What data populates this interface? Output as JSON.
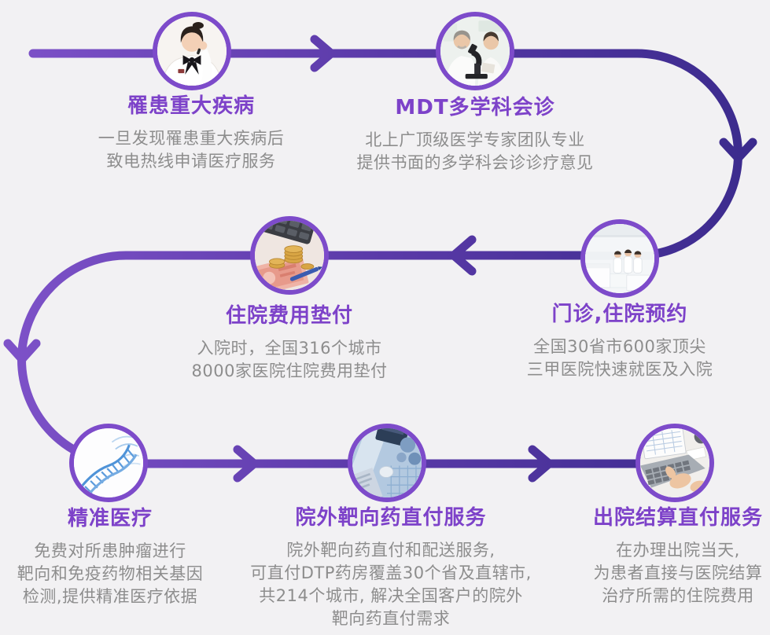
{
  "flow": {
    "steps": [
      {
        "title": "罹患重大疾病",
        "desc_lines": [
          "一旦发现罹患重大疾病后",
          "致电热线申请医疗服务"
        ],
        "photo": "customer-service-agent-photo"
      },
      {
        "title": "MDT多学科会诊",
        "desc_lines": [
          "北上广顶级医学专家团队专业",
          "提供书面的多学科会诊诊疗意见"
        ],
        "photo": "doctors-microscope-photo"
      },
      {
        "title": "门诊,住院预约",
        "desc_lines": [
          "全国30省市600家顶尖",
          "三甲医院快速就医及入院"
        ],
        "photo": "hospital-lobby-photo"
      },
      {
        "title": "住院费用垫付",
        "desc_lines": [
          "入院时，全国316个城市",
          "8000家医院住院费用垫付"
        ],
        "photo": "calculator-money-photo"
      },
      {
        "title": "精准医疗",
        "desc_lines": [
          "免费对所患肿瘤进行",
          "靶向和免疫药物相关基因",
          "检测,提供精准医疗依据"
        ],
        "photo": "dna-helix-photo"
      },
      {
        "title": "院外靶向药直付服务",
        "desc_lines": [
          "院外靶向药直付和配送服务,",
          "可直付DTP药房覆盖30个省及直辖市,",
          "共214个城市, 解决全国客户的院外",
          "靶向药直付需求"
        ],
        "photo": "pharmacy-supplies-photo"
      },
      {
        "title": "出院结算直付服务",
        "desc_lines": [
          "在办理出院当天,",
          "为患者直接与医院结算",
          "治疗所需的住院费用"
        ],
        "photo": "laptop-settlement-photo"
      }
    ]
  },
  "colors": {
    "background": "#f2f1f3",
    "path_gradient_start": "#7e52c9",
    "path_gradient_mid": "#5a3aa8",
    "path_gradient_end": "#3a2a8c",
    "node_ring": "#7d4bca",
    "step_title": "#7d42c9",
    "step_description": "#8d8d8d"
  }
}
